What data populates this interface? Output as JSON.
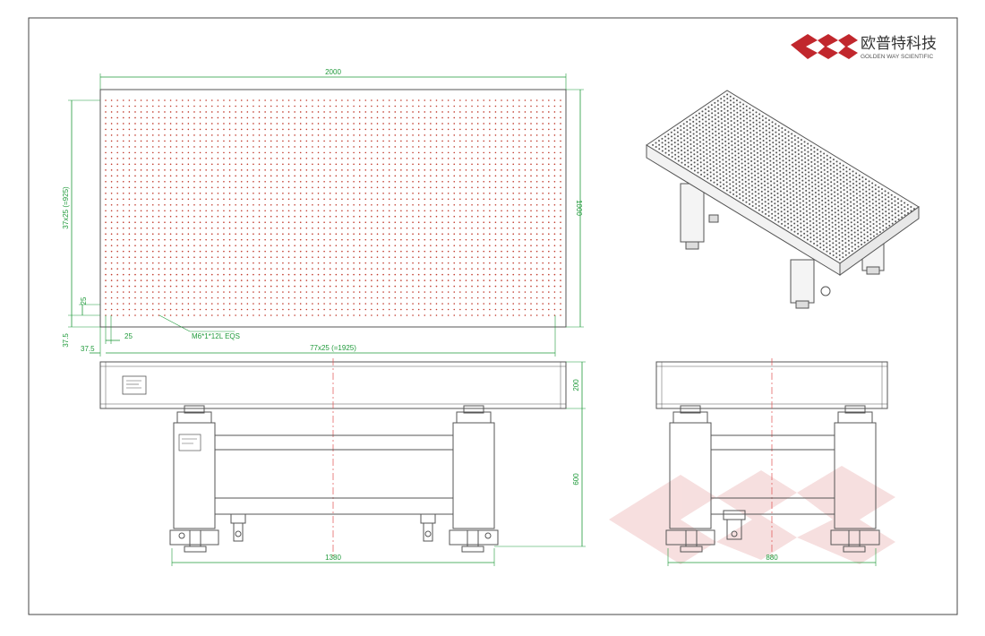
{
  "brand": {
    "name_cn": "欧普特科技",
    "name_en": "GOLDEN WAY SCIENTIFIC",
    "logo_color": "#c1272d",
    "watermark_color": "#f6dcdc"
  },
  "dimensions": {
    "top_length": "2000",
    "top_width": "1000",
    "hole_rows_span": "37x25 (=925)",
    "hole_cols_span": "77x25 (=1925)",
    "edge_offset_x": "37.5",
    "edge_offset_y": "37.5",
    "pitch_x": "25",
    "pitch_y": "25",
    "hole_spec": "M6*1*12L EQS",
    "top_thickness": "200",
    "leg_height": "600",
    "front_width": "1380",
    "side_width": "880"
  },
  "drawing": {
    "line_color": "#555555",
    "dimension_color": "#1f9a3a",
    "hole_color": "#c0392b",
    "centerline_color": "#e05050",
    "hole_grid": {
      "cols": 78,
      "rows": 38
    }
  }
}
